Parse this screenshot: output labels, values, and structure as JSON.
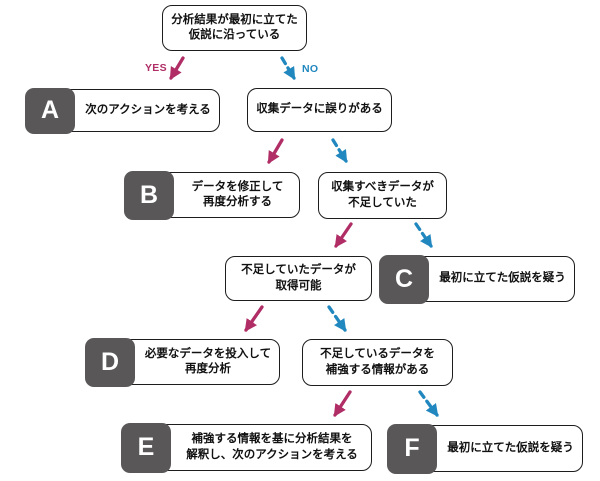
{
  "colors": {
    "yes": "#b02d66",
    "no": "#2187bf",
    "badge": "#595757",
    "border": "#1d1d1d",
    "background": "#ffffff"
  },
  "branch_labels": {
    "yes": "YES",
    "no": "NO"
  },
  "nodes": {
    "root": {
      "lines": [
        "分析結果が最初に立てた",
        "仮説に沿っている"
      ]
    },
    "a": {
      "badge": "A",
      "lines": [
        "次のアクションを考える"
      ]
    },
    "error": {
      "lines": [
        "収集データに誤りがある"
      ]
    },
    "b": {
      "badge": "B",
      "lines": [
        "データを修正して",
        "再度分析する"
      ]
    },
    "insufficient": {
      "lines": [
        "収集すべきデータが",
        "不足していた"
      ]
    },
    "obtainable": {
      "lines": [
        "不足していたデータが",
        "取得可能"
      ]
    },
    "c": {
      "badge": "C",
      "lines": [
        "最初に立てた仮説を疑う"
      ]
    },
    "d": {
      "badge": "D",
      "lines": [
        "必要なデータを投入して",
        "再度分析"
      ]
    },
    "supplement": {
      "lines": [
        "不足しているデータを",
        "補強する情報がある"
      ]
    },
    "e": {
      "badge": "E",
      "lines": [
        "補強する情報を基に分析結果を",
        "解釈し、次のアクションを考える"
      ]
    },
    "f": {
      "badge": "F",
      "lines": [
        "最初に立てた仮説を疑う"
      ]
    }
  },
  "edges": [
    {
      "from": "root",
      "to": "a",
      "type": "yes",
      "label": "YES",
      "style": "solid"
    },
    {
      "from": "root",
      "to": "error",
      "type": "no",
      "label": "NO",
      "style": "dashed"
    },
    {
      "from": "error",
      "to": "b",
      "type": "yes",
      "style": "solid"
    },
    {
      "from": "error",
      "to": "insufficient",
      "type": "no",
      "style": "dashed"
    },
    {
      "from": "insufficient",
      "to": "obtainable",
      "type": "yes",
      "style": "solid"
    },
    {
      "from": "insufficient",
      "to": "c",
      "type": "no",
      "style": "dashed"
    },
    {
      "from": "obtainable",
      "to": "d",
      "type": "yes",
      "style": "solid"
    },
    {
      "from": "obtainable",
      "to": "supplement",
      "type": "no",
      "style": "dashed"
    },
    {
      "from": "supplement",
      "to": "e",
      "type": "yes",
      "style": "solid"
    },
    {
      "from": "supplement",
      "to": "f",
      "type": "no",
      "style": "dashed"
    }
  ]
}
